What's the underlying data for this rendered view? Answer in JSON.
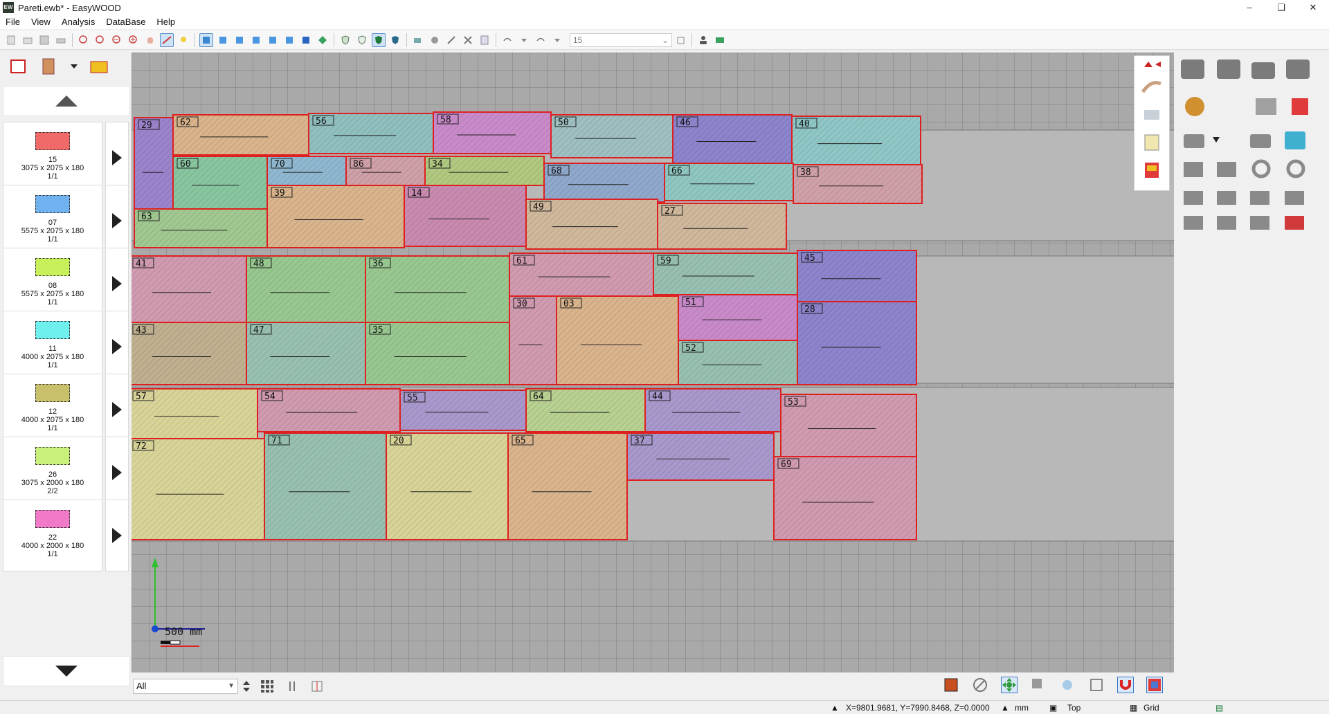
{
  "window": {
    "title": "Pareti.ewb* - EasyWOOD",
    "app_icon": "EW",
    "controls": [
      "minimize-icon",
      "restore-icon",
      "close-icon"
    ]
  },
  "menu": [
    "File",
    "View",
    "Analysis",
    "DataBase",
    "Help"
  ],
  "toolbar": {
    "combo_value": "15"
  },
  "panels": [
    {
      "id": "15",
      "dims": "3075 x 2075 x 180",
      "qty": "1/1",
      "color": "#f06a6a"
    },
    {
      "id": "07",
      "dims": "5575 x 2075 x 180",
      "qty": "1/1",
      "color": "#6fb2ef"
    },
    {
      "id": "08",
      "dims": "5575 x 2075 x 180",
      "qty": "1/1",
      "color": "#c8f05a"
    },
    {
      "id": "11",
      "dims": "4000 x 2075 x 180",
      "qty": "1/1",
      "color": "#6ff0ef"
    },
    {
      "id": "12",
      "dims": "4000 x 2075 x 180",
      "qty": "1/1",
      "color": "#c8c06a"
    },
    {
      "id": "26",
      "dims": "3075 x 2000 x 180",
      "qty": "2/2",
      "color": "#c8f07a"
    },
    {
      "id": "22",
      "dims": "4000 x 2000 x 180",
      "qty": "1/1",
      "color": "#f07ac8"
    }
  ],
  "canvas": {
    "scale_label": "500 mm",
    "rows": [
      {
        "pieces": [
          {
            "n": "29",
            "c": "#9c84cc"
          },
          {
            "n": "62",
            "c": "#d9b48c"
          },
          {
            "n": "56",
            "c": "#8fbfbf"
          },
          {
            "n": "58",
            "c": "#c98ac9"
          },
          {
            "n": "50",
            "c": "#9fc0c0"
          },
          {
            "n": "46",
            "c": "#8c84cc"
          },
          {
            "n": "40",
            "c": "#8fc6c6"
          },
          {
            "n": "60",
            "c": "#88c6a0"
          },
          {
            "n": "70",
            "c": "#8fb8d0"
          },
          {
            "n": "86",
            "c": "#d0a0a8"
          },
          {
            "n": "34",
            "c": "#b0c880"
          },
          {
            "n": "68",
            "c": "#8fa8cc"
          },
          {
            "n": "66",
            "c": "#8fc6c0"
          },
          {
            "n": "38",
            "c": "#d0a0a8"
          },
          {
            "n": "39",
            "c": "#d9b48c"
          },
          {
            "n": "14",
            "c": "#c98ab0"
          },
          {
            "n": "49",
            "c": "#d0b89c"
          },
          {
            "n": "63",
            "c": "#a0c890"
          },
          {
            "n": "27",
            "c": "#d0b89c"
          }
        ]
      },
      {
        "pieces": [
          {
            "n": "41",
            "c": "#d09ab0"
          },
          {
            "n": "48",
            "c": "#98c890"
          },
          {
            "n": "36",
            "c": "#98c890"
          },
          {
            "n": "61",
            "c": "#d09ab0"
          },
          {
            "n": "59",
            "c": "#98c0b0"
          },
          {
            "n": "45",
            "c": "#8c84cc"
          },
          {
            "n": "43",
            "c": "#c0b090"
          },
          {
            "n": "47",
            "c": "#98c0b0"
          },
          {
            "n": "35",
            "c": "#98c890"
          },
          {
            "n": "30",
            "c": "#d09ab0"
          },
          {
            "n": "03",
            "c": "#d9b48c"
          },
          {
            "n": "51",
            "c": "#c98ac9"
          },
          {
            "n": "28",
            "c": "#8c84cc"
          },
          {
            "n": "52",
            "c": "#98c0b0"
          }
        ]
      },
      {
        "pieces": [
          {
            "n": "57",
            "c": "#d8d498"
          },
          {
            "n": "54",
            "c": "#d09ab0"
          },
          {
            "n": "55",
            "c": "#a898cc"
          },
          {
            "n": "64",
            "c": "#b8d090"
          },
          {
            "n": "44",
            "c": "#a898cc"
          },
          {
            "n": "53",
            "c": "#d09ab0"
          },
          {
            "n": "72",
            "c": "#d8d498"
          },
          {
            "n": "71",
            "c": "#98c0b0"
          },
          {
            "n": "20",
            "c": "#d8d498"
          },
          {
            "n": "65",
            "c": "#d9b48c"
          },
          {
            "n": "37",
            "c": "#a898cc"
          },
          {
            "n": "69",
            "c": "#d09ab0"
          }
        ]
      }
    ]
  },
  "bottom": {
    "filter_value": "All"
  },
  "status": {
    "coords": "X=9801.9681, Y=7990.8468, Z=0.0000",
    "unit": "mm",
    "view": "Top",
    "grid": "Grid"
  }
}
